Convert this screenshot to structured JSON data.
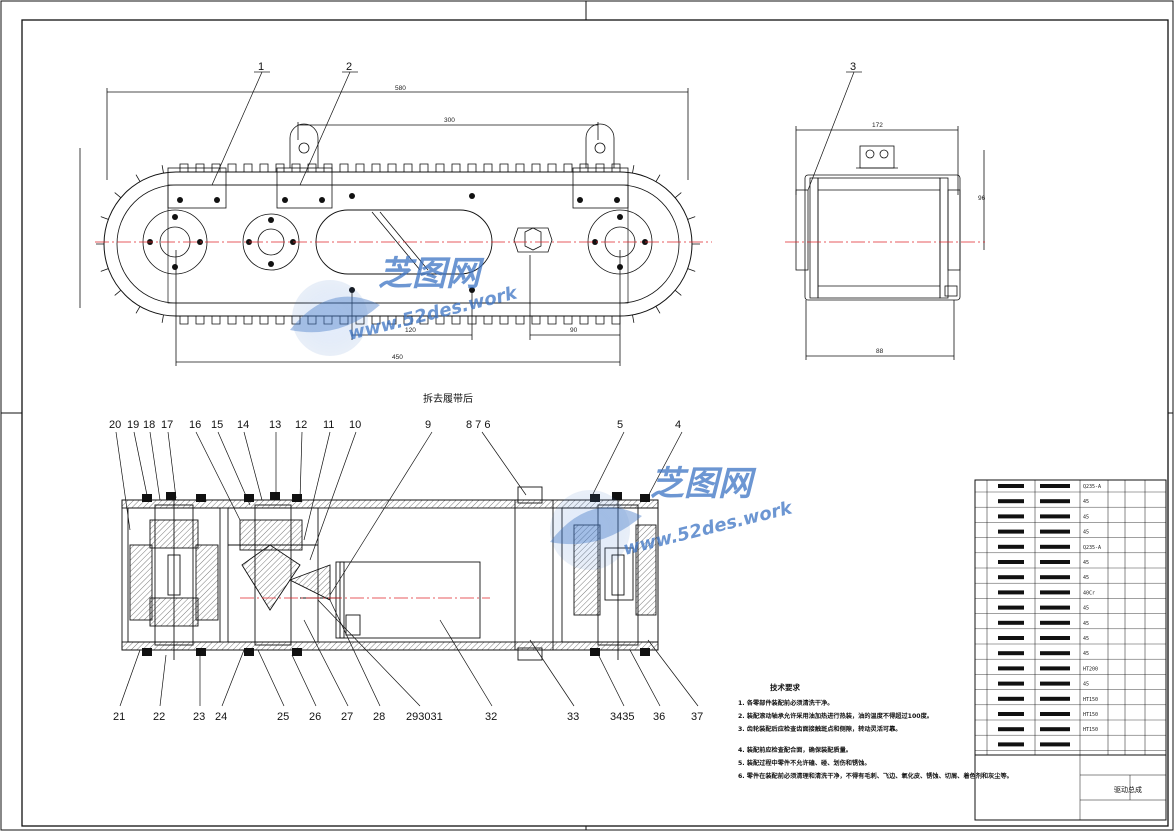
{
  "top_view": {
    "dimensions": {
      "overall_length": "580",
      "lug_spacing": "300",
      "span_120": "120",
      "span_90": "90",
      "span_450": "450"
    },
    "caption": "拆去履带后",
    "balloons": [
      "1",
      "2"
    ]
  },
  "side_view": {
    "dimensions": {
      "width_172": "172",
      "height_96": "96",
      "bottom_width": "88"
    },
    "balloons": [
      "3"
    ]
  },
  "section_view": {
    "balloons_top": [
      "20",
      "19",
      "18",
      "17",
      "16",
      "15",
      "14",
      "13",
      "12",
      "11",
      "10",
      "9",
      "8 7 6",
      "5",
      "4"
    ],
    "balloons_bottom": [
      "21",
      "22",
      "23",
      "24",
      "25",
      "26",
      "27",
      "28",
      "293031",
      "32",
      "33",
      "3435",
      "36",
      "37"
    ]
  },
  "technical_notes": {
    "title": "技术要求",
    "lines": [
      "1. 各零部件装配前必须清洗干净。",
      "2. 装配滚动轴承允许采用油加热进行热装，油的温度不得超过100度。",
      "3. 齿轮装配后应检查齿面接触斑点和侧隙，转动灵活可靠。",
      "4. 装配前应检查配合面，确保装配质量。",
      "5. 装配过程中零件不允许磕、碰、划伤和锈蚀。",
      "6. 零件在装配前必须清理和清洗干净，不得有毛刺、飞边、氧化皮、锈蚀、切屑、着色剂和灰尘等。"
    ]
  },
  "materials": [
    "Q235-A",
    "45",
    "45",
    "45",
    "Q235-A",
    "45",
    "45",
    "40Cr",
    "45",
    "45",
    "45",
    "45",
    "HT200",
    "45",
    "HT150",
    "HT150",
    "HT150"
  ],
  "title_block": {
    "drawing_title": "驱动总成"
  },
  "watermark": {
    "brand": "芝图网",
    "url": "www.52des.work"
  },
  "colors": {
    "line": "#111111",
    "centerline": "#e0262b",
    "watermark": "#3b73c4"
  }
}
